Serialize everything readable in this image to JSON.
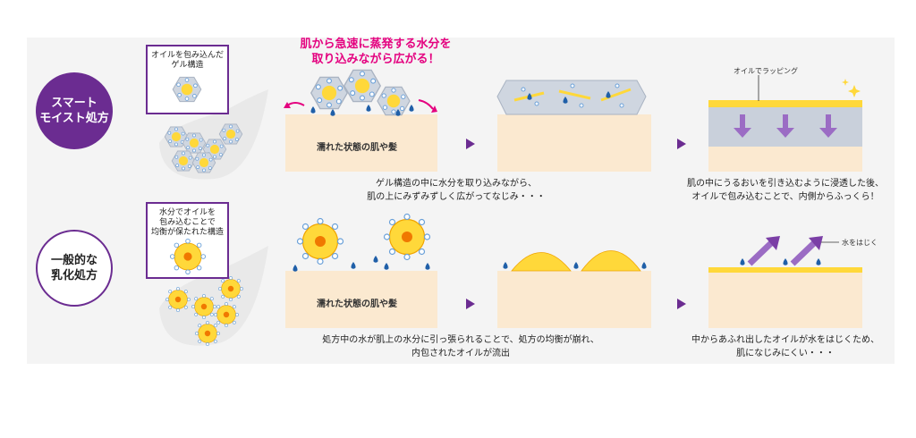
{
  "rows": {
    "smart": {
      "label": "スマート\nモイスト処方",
      "callout": "オイルを包み込んだ\nゲル構造"
    },
    "general": {
      "label": "一般的な\n乳化処方",
      "callout": "水分でオイルを\n包み込むことで\n均衡が保たれた構造"
    }
  },
  "headline": "肌から急速に蒸発する水分を\n取り込みながら広がる！",
  "skin_label": "濡れた状態の肌や髪",
  "captions": {
    "smart_1": "ゲル構造の中に水分を取り込みながら、\n肌の上にみずみずしく広がってなじみ・・・",
    "smart_2": "肌の中にうるおいを引き込むように浸透した後、\nオイルで包み込むことで、内側からふっくら！",
    "general_1": "処方中の水が肌上の水分に引っ張られることで、処方の均衡が崩れ、\n内包されたオイルが流出",
    "general_2": "中からあふれ出したオイルが水をはじくため、\n肌になじみにくい・・・"
  },
  "labels": {
    "oil_wrapping": "オイルでラッピング",
    "water_repel": "水をはじく"
  },
  "colors": {
    "purple": "#6b2c91",
    "magenta": "#e4007f",
    "skin": "#fbe9d0",
    "oil_yellow": "#ffd83a",
    "water_blue": "#1f5fa8",
    "gel_gray": "#c9d0db"
  }
}
